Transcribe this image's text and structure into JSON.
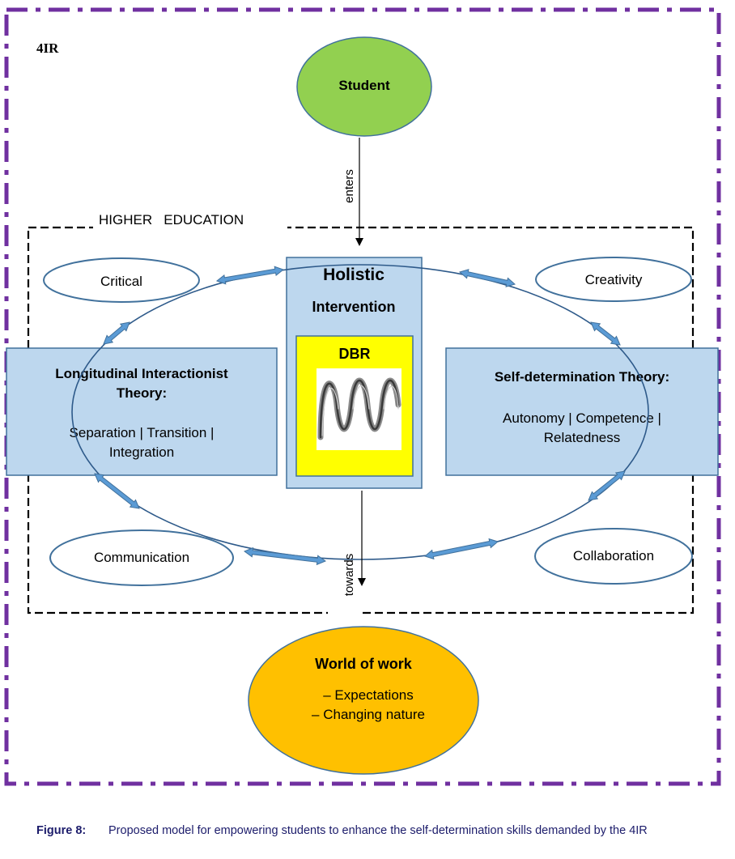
{
  "frame": {
    "label": "4IR",
    "border_color": "#7030a0"
  },
  "student": {
    "label": "Student",
    "fill": "#92d050"
  },
  "connector_top": {
    "label": "enters"
  },
  "connector_bottom": {
    "label": "towards"
  },
  "higher_education": {
    "label": "HIGHER   EDUCATION"
  },
  "center": {
    "title": "Holistic",
    "subtitle": "Intervention",
    "fill": "#bdd7ee",
    "dbr": {
      "label": "DBR",
      "fill": "#ffff00",
      "icon": "spiral-coil-icon"
    }
  },
  "skills": [
    {
      "id": "critical",
      "label": "Critical"
    },
    {
      "id": "creativity",
      "label": "Creativity"
    },
    {
      "id": "communication",
      "label": "Communication"
    },
    {
      "id": "collaboration",
      "label": "Collaboration"
    }
  ],
  "left_theory": {
    "title_line1": "Longitudinal Interactionist",
    "title_line2": "Theory:",
    "body_line1": "Separation | Transition |",
    "body_line2": "Integration"
  },
  "right_theory": {
    "title": "Self-determination Theory:",
    "body_line1": "Autonomy | Competence |",
    "body_line2": "Relatedness"
  },
  "world_of_work": {
    "title": "World of work",
    "items": [
      "– Expectations",
      "– Changing nature"
    ],
    "fill": "#ffc000"
  },
  "colors": {
    "box_fill": "#bdd7ee",
    "box_stroke": "#41719c",
    "arrow_fill": "#5b9bd5",
    "ellipse_stroke": "#2e5a8a"
  },
  "caption": {
    "label": "Figure 8:",
    "text": "Proposed model for empowering students to enhance the self-determination skills demanded by the 4IR"
  }
}
